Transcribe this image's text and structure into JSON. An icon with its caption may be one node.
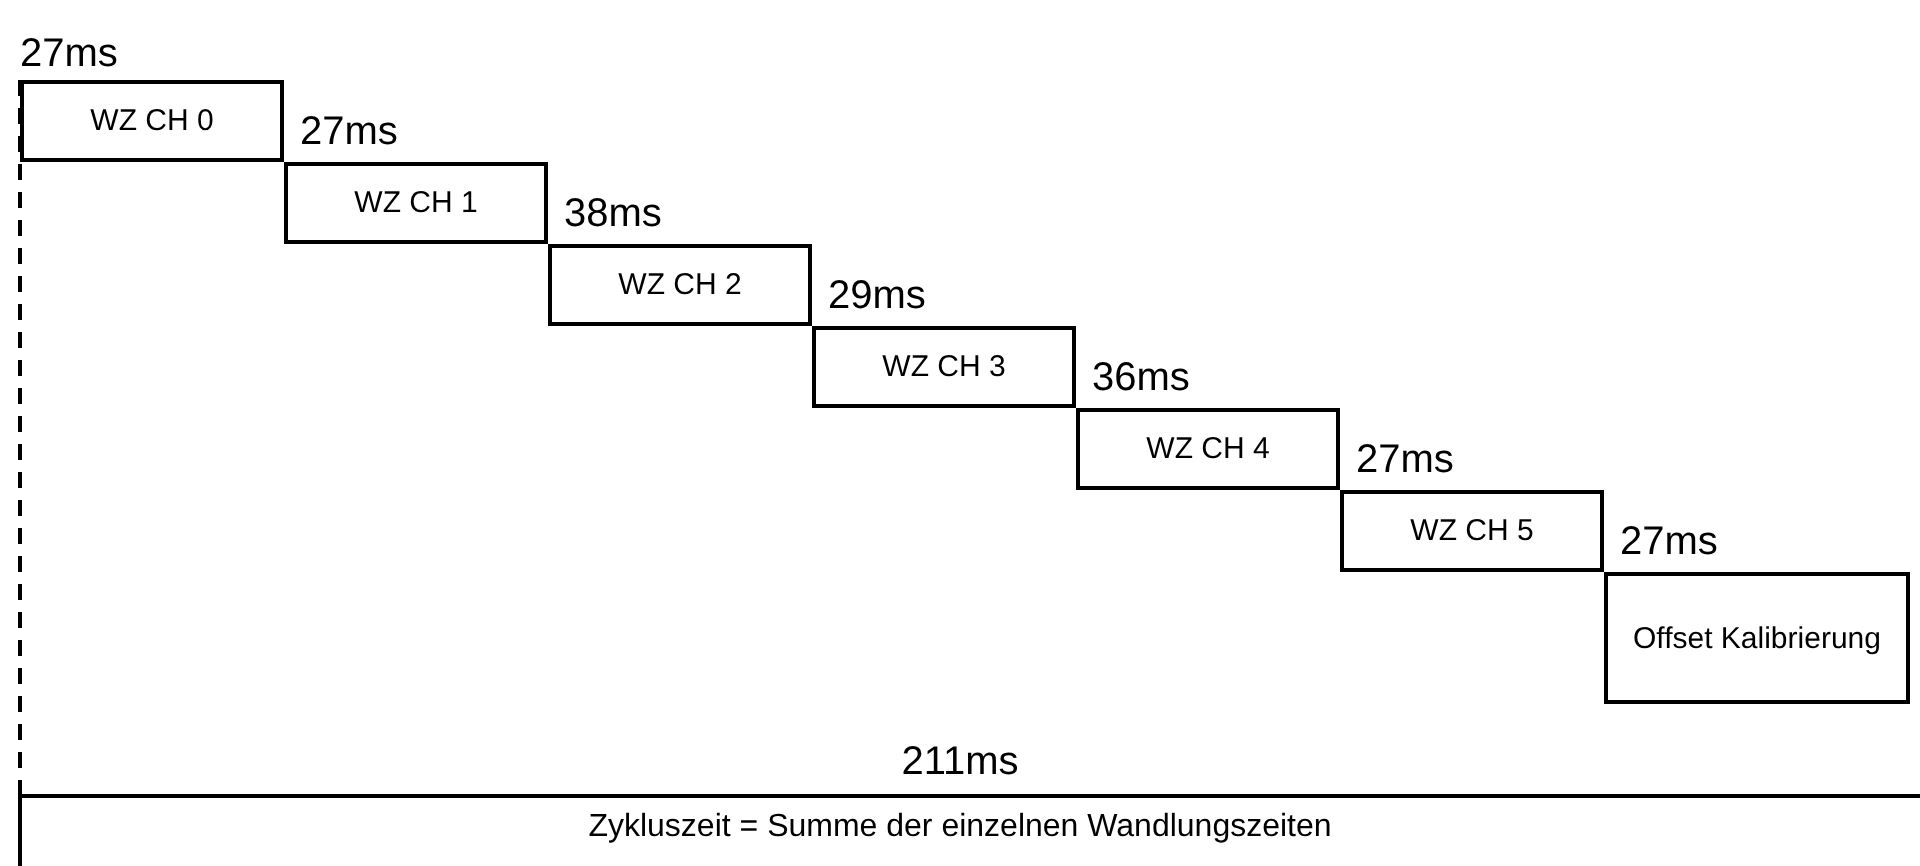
{
  "diagram": {
    "nodes": [
      {
        "text": [
          "WZ CH 0"
        ],
        "beside": [
          "27ms"
        ]
      },
      {
        "text": [
          "WZ CH 1"
        ],
        "beside": [
          "27ms"
        ]
      },
      {
        "text": [
          "WZ CH 2"
        ],
        "beside": [
          "38ms"
        ]
      },
      {
        "text": [
          "WZ CH 3"
        ],
        "beside": [
          "29ms"
        ]
      },
      {
        "text": [
          "WZ CH 4"
        ],
        "beside": [
          "36ms"
        ]
      },
      {
        "text": [
          "WZ CH 5"
        ],
        "beside": [
          "27ms"
        ]
      },
      {
        "text": [
          "Offset Kalibrierung"
        ],
        "beside": [
          "27ms"
        ]
      }
    ],
    "labels": [
      "211ms",
      "Zykluszeit = Summe der einzelnen Wandlungszeiten"
    ]
  }
}
